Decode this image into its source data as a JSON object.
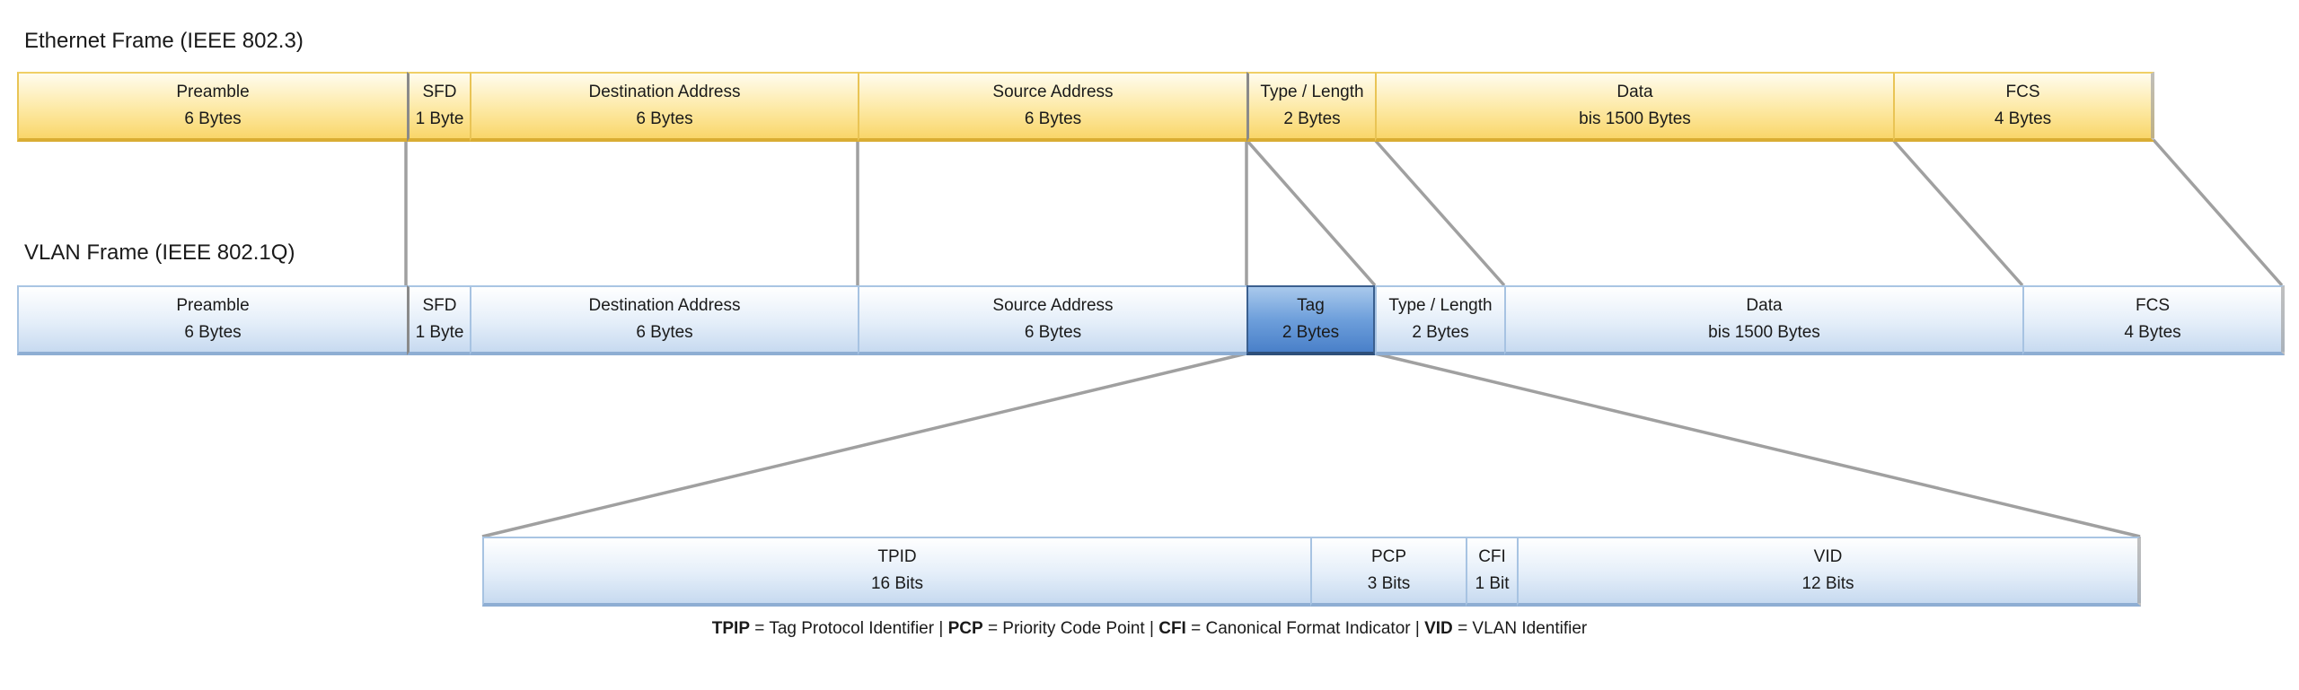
{
  "ethernet": {
    "title": "Ethernet Frame (IEEE 802.3)",
    "fields": [
      {
        "name": "Preamble",
        "size": "6 Bytes"
      },
      {
        "name": "SFD",
        "size": "1 Byte"
      },
      {
        "name": "Destination Address",
        "size": "6 Bytes"
      },
      {
        "name": "Source Address",
        "size": "6 Bytes"
      },
      {
        "name": "Type / Length",
        "size": "2 Bytes"
      },
      {
        "name": "Data",
        "size": "bis 1500 Bytes"
      },
      {
        "name": "FCS",
        "size": "4 Bytes"
      }
    ]
  },
  "vlan": {
    "title": "VLAN Frame (IEEE 802.1Q)",
    "fields": [
      {
        "name": "Preamble",
        "size": "6 Bytes"
      },
      {
        "name": "SFD",
        "size": "1 Byte"
      },
      {
        "name": "Destination Address",
        "size": "6 Bytes"
      },
      {
        "name": "Source Address",
        "size": "6 Bytes"
      },
      {
        "name": "Tag",
        "size": "2 Bytes"
      },
      {
        "name": "Type / Length",
        "size": "2 Bytes"
      },
      {
        "name": "Data",
        "size": "bis 1500 Bytes"
      },
      {
        "name": "FCS",
        "size": "4 Bytes"
      }
    ]
  },
  "tag": {
    "fields": [
      {
        "name": "TPID",
        "size": "16 Bits"
      },
      {
        "name": "PCP",
        "size": "3 Bits"
      },
      {
        "name": "CFI",
        "size": "1 Bit"
      },
      {
        "name": "VID",
        "size": "12 Bits"
      }
    ]
  },
  "legend": {
    "items": [
      {
        "abbr": "TPIP",
        "desc": "= Tag Protocol Identifier"
      },
      {
        "abbr": "PCP",
        "desc": "= Priority Code Point"
      },
      {
        "abbr": "CFI",
        "desc": "= Canonical Format Indicator"
      },
      {
        "abbr": "VID",
        "desc": "= VLAN Identifier"
      }
    ],
    "separator": " | "
  },
  "colors": {
    "ethernet_fill": "#fde9a4",
    "vlan_fill": "#e4eef9",
    "tag_highlight": "#6e9fdb",
    "connector": "#a0a0a0"
  }
}
